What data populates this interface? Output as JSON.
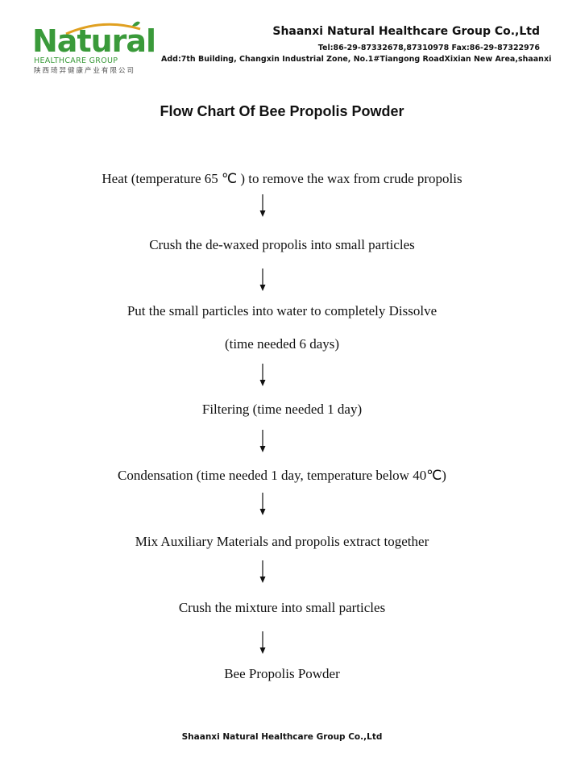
{
  "logo": {
    "word": "Natural",
    "line1": "HEALTHCARE GROUP",
    "line2": "陕西琦羿健康产业有限公司",
    "brand_green": "#3a9a3a",
    "swoosh_color": "#e0a020"
  },
  "company": {
    "name": "Shaanxi Natural Healthcare Group Co.,Ltd",
    "contact": "Tel:86-29-87332678,87310978     Fax:86-29-87322976",
    "address": "Add:7th Building, Changxin Industrial Zone, No.1#Tiangong RoadXixian New Area,shaanxi"
  },
  "title": "Flow Chart Of Bee Propolis Powder",
  "steps": [
    "Heat (temperature 65 ℃ ) to remove the wax from crude propolis",
    "Crush the de-waxed propolis into small particles",
    "Put the small particles into water to completely Dissolve",
    "(time needed 6 days)",
    "Filtering (time needed 1 day)",
    "Condensation (time needed 1 day, temperature below 40℃)",
    "Mix Auxiliary Materials and propolis extract together",
    "Crush the mixture into small particles",
    "Bee Propolis Powder"
  ],
  "footer": "Shaanxi Natural Healthcare Group Co.,Ltd"
}
